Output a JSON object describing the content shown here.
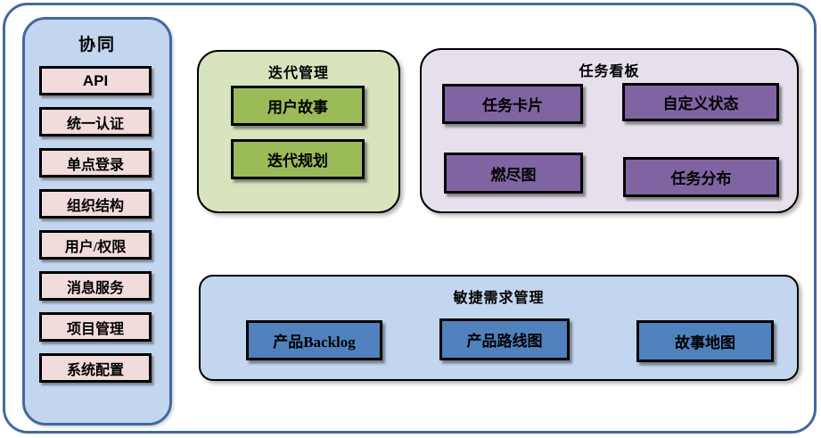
{
  "colors": {
    "frame_border": "#44689D",
    "sidebar_fill": "#C3D6EF",
    "sidebar_item_fill": "#F2DBDB",
    "iteration_fill": "#D7E4BD",
    "iteration_item_fill": "#9BBB59",
    "kanban_fill": "#E5E0EC",
    "kanban_item_fill": "#8064A2",
    "agile_fill": "#C3D6EF",
    "agile_item_fill": "#4F81BD",
    "item_border": "#000000"
  },
  "sidebar": {
    "title": "协同",
    "items": [
      "API",
      "统一认证",
      "单点登录",
      "组织结构",
      "用户/权限",
      "消息服务",
      "项目管理",
      "系统配置"
    ]
  },
  "iteration": {
    "title": "迭代管理",
    "items": [
      "用户故事",
      "迭代规划"
    ]
  },
  "kanban": {
    "title": "任务看板",
    "items": [
      "任务卡片",
      "自定义状态",
      "燃尽图",
      "任务分布"
    ]
  },
  "agile": {
    "title": "敏捷需求管理",
    "items": [
      "产品Backlog",
      "产品路线图",
      "故事地图"
    ]
  }
}
